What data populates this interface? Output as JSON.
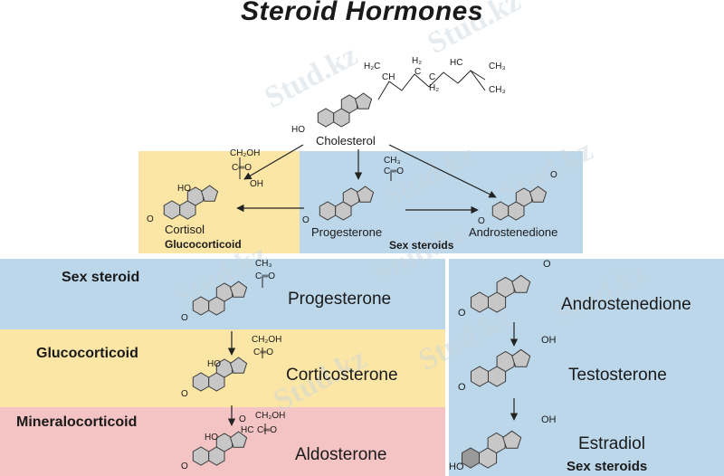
{
  "title": "Steroid Hormones",
  "watermark": "Stud.kz",
  "molecules": {
    "cholesterol": "Cholesterol",
    "cortisol": "Cortisol",
    "progesterone_top": "Progesterone",
    "androstenedione_top": "Androstenedione",
    "progesterone": "Progesterone",
    "corticosterone": "Corticosterone",
    "aldosterone": "Aldosterone",
    "androstenedione": "Androstenedione",
    "testosterone": "Testosterone",
    "estradiol": "Estradiol"
  },
  "categories": {
    "glucocorticoid_top": "Glucocorticoid",
    "sex_steroids_top": "Sex steroids",
    "sex_steroid": "Sex steroid",
    "glucocorticoid": "Glucocorticoid",
    "mineralocorticoid": "Mineralocorticoid",
    "sex_steroids_right": "Sex steroids"
  },
  "groups": {
    "chain_h2c": "H₂C",
    "chain_ch_1": "CH",
    "chain_h2_a": "H₂",
    "chain_c_a": "C",
    "chain_h2_b": "H₂",
    "chain_c_b": "C",
    "chain_hc": "HC",
    "chain_ch3_top": "CH₃",
    "chain_ch3_bottom": "CH₃",
    "ch_top": "CH",
    "ho": "HO",
    "oh": "OH",
    "o": "O",
    "ch2oh": "CH₂OH",
    "c_eq_o": "C═O",
    "ch3": "CH₃",
    "hc": "HC"
  },
  "colors": {
    "blue_panel": "#bcd7ea",
    "yellow_panel": "#fbe6a6",
    "pink_panel": "#f4c3c3",
    "ring_fill": "#c7c7c7",
    "ring_stroke": "#3a3a3a"
  }
}
